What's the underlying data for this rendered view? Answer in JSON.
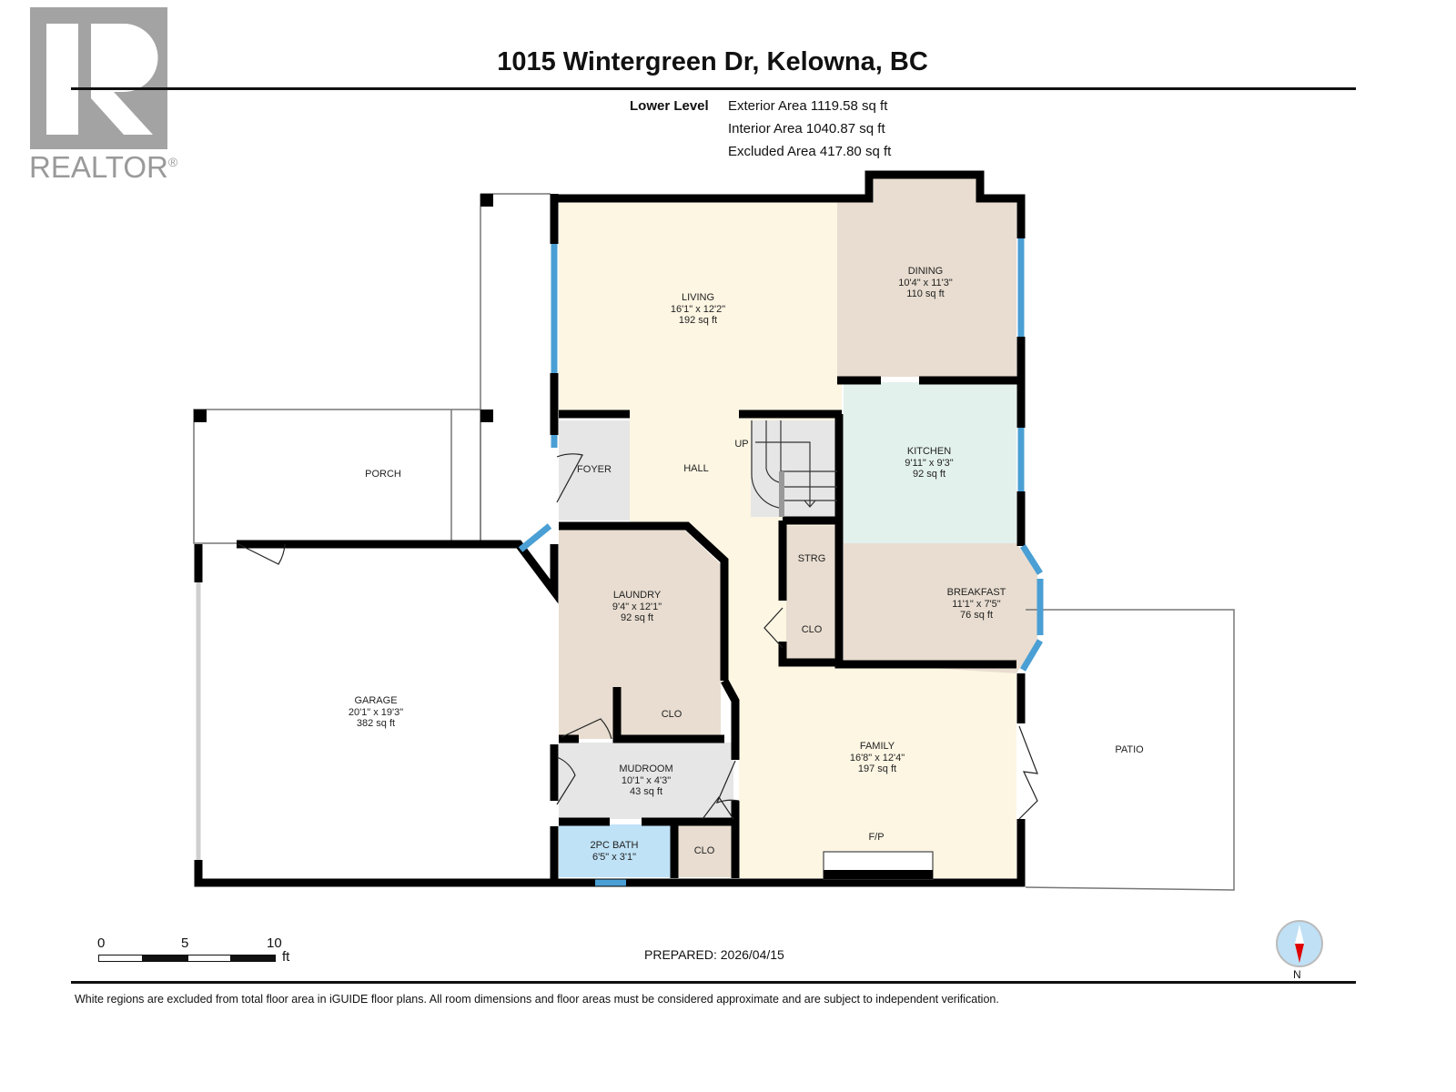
{
  "header": {
    "logo_text": "REALTOR",
    "logo_reg": "®",
    "title": "1015 Wintergreen Dr, Kelowna, BC"
  },
  "summary": {
    "level": "Lower Level",
    "exterior_area": "Exterior Area 1119.58 sq ft",
    "interior_area": "Interior Area 1040.87 sq ft",
    "excluded_area": "Excluded Area 417.80 sq ft"
  },
  "colors": {
    "wall": "#000000",
    "window": "#4a9fd4",
    "living": "#fdf6e3",
    "dining": "#e8ddd0",
    "kitchen": "#e3f1ec",
    "bath": "#bfe2f7",
    "utility": "#e6e6e6",
    "excluded": "#ffffff"
  },
  "rooms": {
    "living": {
      "name": "LIVING",
      "dims": "16'1\" x 12'2\"",
      "area": "192 sq ft"
    },
    "dining": {
      "name": "DINING",
      "dims": "10'4\" x 11'3\"",
      "area": "110 sq ft"
    },
    "kitchen": {
      "name": "KITCHEN",
      "dims": "9'11\" x 9'3\"",
      "area": "92 sq ft"
    },
    "breakfast": {
      "name": "BREAKFAST",
      "dims": "11'1\" x 7'5\"",
      "area": "76 sq ft"
    },
    "laundry": {
      "name": "LAUNDRY",
      "dims": "9'4\" x 12'1\"",
      "area": "92 sq ft"
    },
    "garage": {
      "name": "GARAGE",
      "dims": "20'1\" x 19'3\"",
      "area": "382 sq ft"
    },
    "family": {
      "name": "FAMILY",
      "dims": "16'8\" x 12'4\"",
      "area": "197 sq ft"
    },
    "mudroom": {
      "name": "MUDROOM",
      "dims": "10'1\" x 4'3\"",
      "area": "43 sq ft"
    },
    "bath": {
      "name": "2PC BATH",
      "dims": "6'5\" x 3'1\""
    },
    "hall": {
      "name": "HALL"
    },
    "foyer": {
      "name": "FOYER"
    },
    "porch": {
      "name": "PORCH"
    },
    "patio": {
      "name": "PATIO"
    },
    "strg": {
      "name": "STRG"
    },
    "clo1": {
      "name": "CLO"
    },
    "clo2": {
      "name": "CLO"
    },
    "clo3": {
      "name": "CLO"
    },
    "stairs_up": "UP",
    "fireplace": "F/P"
  },
  "scale": {
    "ticks": [
      "0",
      "5",
      "10"
    ],
    "unit": "ft"
  },
  "footer": {
    "prepared": "PREPARED: 2026/04/15",
    "compass_label": "N",
    "disclaimer": "White regions are excluded from total floor area in iGUIDE floor plans. All room dimensions and floor areas must be considered approximate and are subject to independent verification."
  }
}
